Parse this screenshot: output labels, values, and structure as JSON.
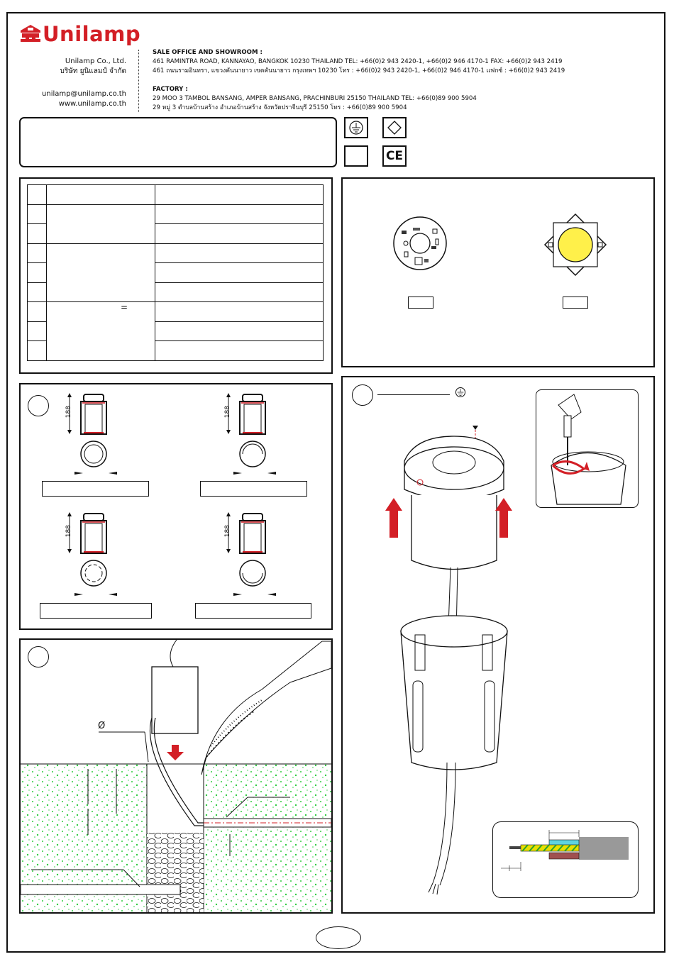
{
  "brand": {
    "name": "Unilamp",
    "color": "#d31f26",
    "logo_icon": "unilamp-lamp-logo-icon"
  },
  "company": {
    "name_en": "Unilamp Co., Ltd.",
    "name_th": "บริษัท ยูนิแลมป์ จำกัด",
    "email": "unilamp@unilamp.co.th",
    "website": "www.unilamp.co.th"
  },
  "sale_office": {
    "heading": "SALE OFFICE AND SHOWROOM :",
    "line_en": "461 RAMINTRA ROAD, KANNAYAO, BANGKOK 10230 THAILAND TEL: +66(0)2 943 2420-1, +66(0)2 946 4170-1 FAX: +66(0)2 943 2419",
    "line_th": "461 ถนนรามอินทรา, แขวงคันนายาว เขตคันนายาว กรุงเทพฯ 10230 โทร : +66(0)2 943 2420-1, +66(0)2 946 4170-1 แฟกซ์ : +66(0)2 943 2419"
  },
  "factory": {
    "heading": "FACTORY :",
    "line_en": "29 MOO 3 TAMBOL BANSANG, AMPER BANSANG, PRACHINBURI 25150 THAILAND TEL: +66(0)89 900 5904",
    "line_th": "29 หมู่ 3 ตำบลบ้านสร้าง อำเภอบ้านสร้าง จังหวัดปราจีนบุรี 25150 โทร : +66(0)89 900 5904"
  },
  "symbols": [
    "earth-ground-icon",
    "diamond-icon",
    "blank-symbol-box",
    "ce-mark-icon"
  ],
  "ce_mark": "CE",
  "spec_table": {
    "equals_sign": "="
  },
  "mounting": {
    "dimension": "188",
    "accent_color": "#d31f26"
  },
  "installation": {
    "diameter_symbol": "Ø",
    "ground_icon": "earth-ground-icon",
    "arrow_color": "#d31f26",
    "soil_speckle_color": "#2ecc40"
  },
  "leds": {
    "cob_color": "#fff04a"
  }
}
